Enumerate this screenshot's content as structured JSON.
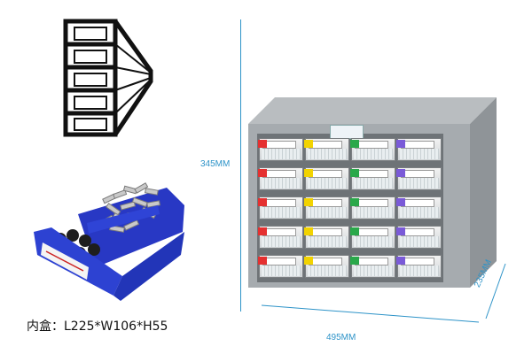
{
  "labels": {
    "height_dim": "345MM",
    "width_dim": "495MM",
    "depth_dim": "235MM",
    "bin_caption": "内盒：L225*W106*H55"
  },
  "colors": {
    "cabinet_gray": "#9ea3a7",
    "dimension_line": "#2d93c8",
    "bin_blue": "#2a3ccf",
    "drawer_tab_red": "#e53030",
    "drawer_tab_yellow": "#f2d300",
    "drawer_tab_green": "#2aa84a",
    "drawer_tab_purple": "#7a5ad8"
  },
  "drawer_grid": {
    "rows": 5,
    "columns": 4
  }
}
